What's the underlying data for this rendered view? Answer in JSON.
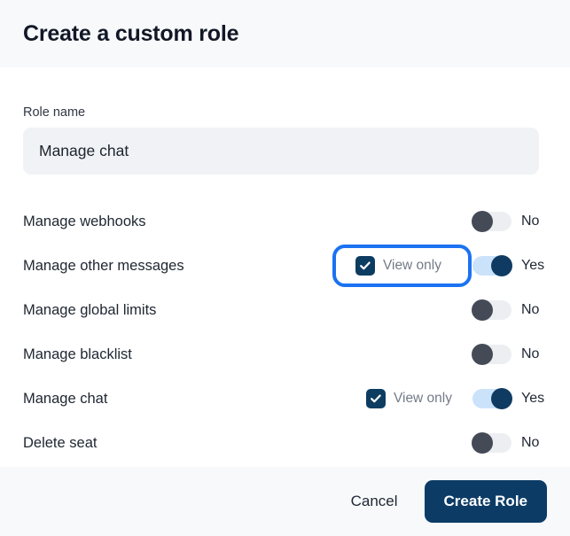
{
  "header": {
    "title": "Create a custom role"
  },
  "form": {
    "role_name_label": "Role name",
    "role_name_value": "Manage chat",
    "role_name_placeholder": "Role name"
  },
  "permissions": {
    "view_only_label": "View only",
    "toggle_on_label": "Yes",
    "toggle_off_label": "No",
    "rows": [
      {
        "label": "Manage webhooks",
        "has_view_only": false,
        "view_only_checked": false,
        "enabled": false,
        "state_label": "No",
        "highlighted": false
      },
      {
        "label": "Manage other messages",
        "has_view_only": true,
        "view_only_checked": true,
        "enabled": true,
        "state_label": "Yes",
        "highlighted": true
      },
      {
        "label": "Manage global limits",
        "has_view_only": false,
        "view_only_checked": false,
        "enabled": false,
        "state_label": "No",
        "highlighted": false
      },
      {
        "label": "Manage blacklist",
        "has_view_only": false,
        "view_only_checked": false,
        "enabled": false,
        "state_label": "No",
        "highlighted": false
      },
      {
        "label": "Manage chat",
        "has_view_only": true,
        "view_only_checked": true,
        "enabled": true,
        "state_label": "Yes",
        "highlighted": false
      },
      {
        "label": "Delete seat",
        "has_view_only": false,
        "view_only_checked": false,
        "enabled": false,
        "state_label": "No",
        "highlighted": false
      }
    ]
  },
  "footer": {
    "cancel_label": "Cancel",
    "create_label": "Create Role"
  },
  "colors": {
    "accent_navy": "#0c3c66",
    "highlight_blue": "#1b72f2",
    "toggle_on_track": "#cbe2fb",
    "toggle_off_knob": "#444b57",
    "panel_bg": "#f7f9fb",
    "input_bg": "#f0f2f5"
  }
}
